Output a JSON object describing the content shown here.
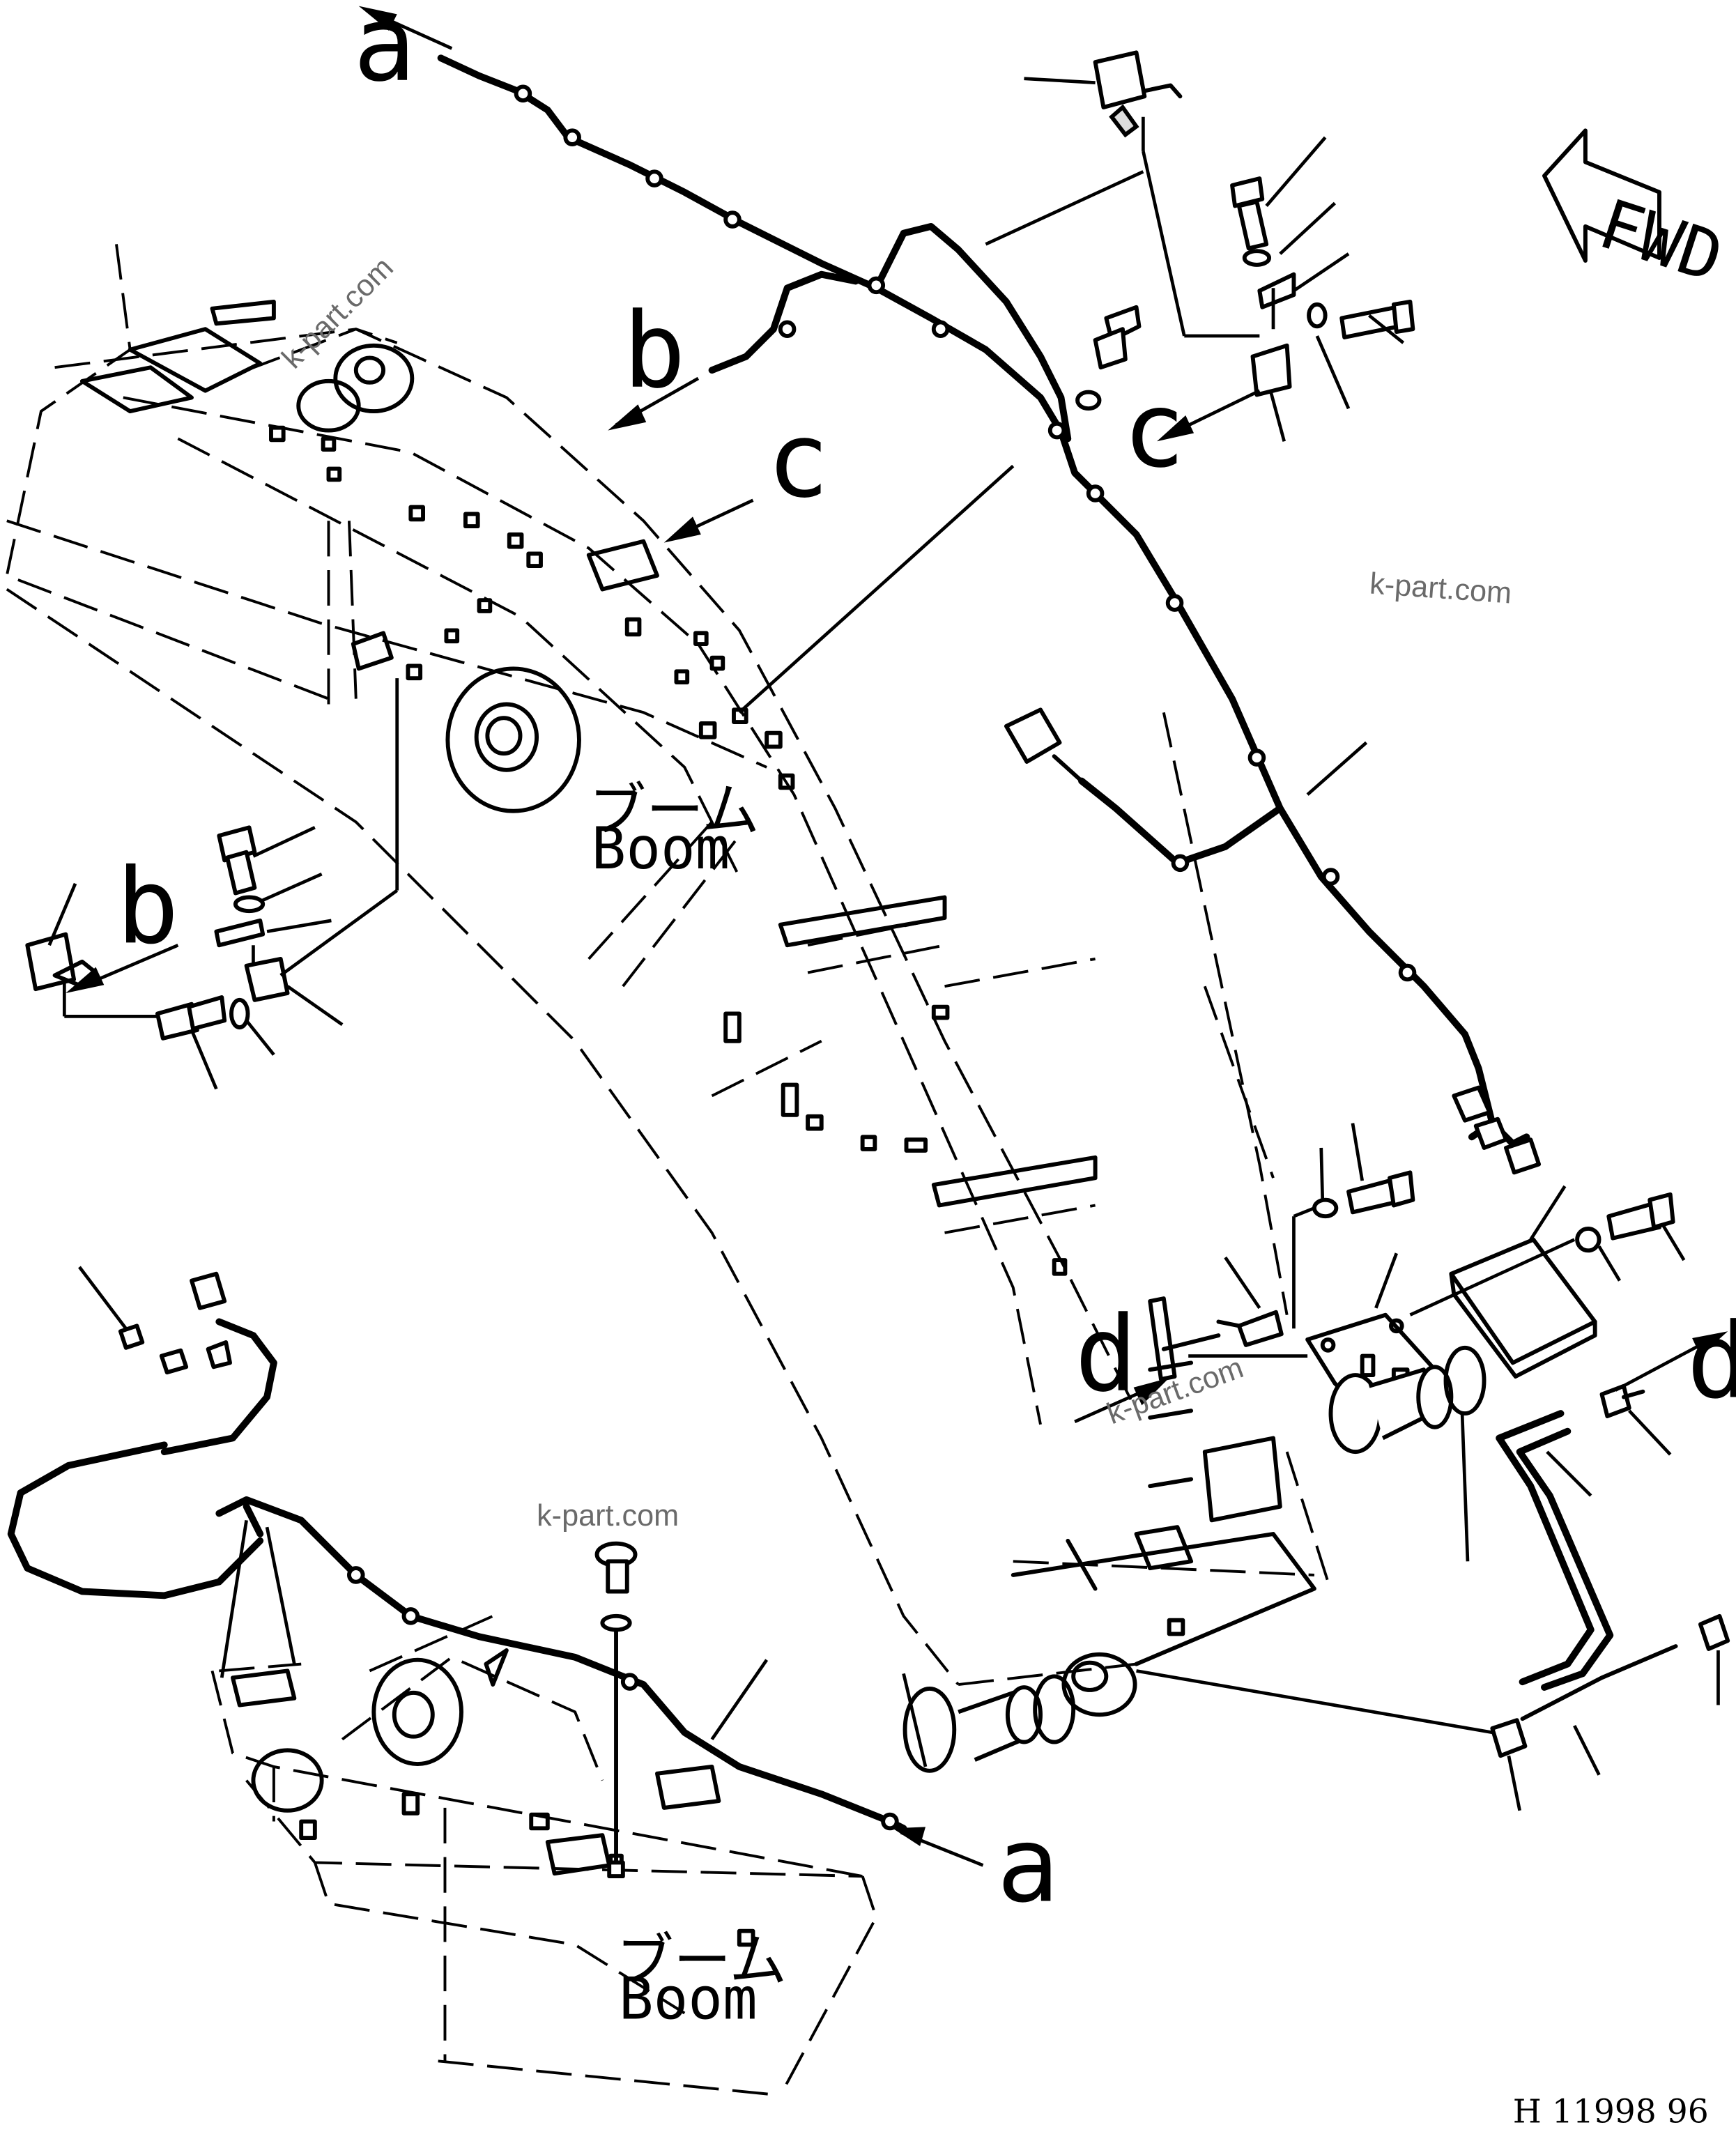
{
  "labels": {
    "a": "a",
    "b": "b",
    "c": "c",
    "d": "d"
  },
  "boom_label": {
    "jp": "ブーム",
    "en": "Boom"
  },
  "direction_arrow": "FWD",
  "watermark": "k-part.com",
  "drawing_code": "H 11998 96",
  "icons": {
    "fwd": "fwd-arrow-icon",
    "lamp": "work-lamp-icon",
    "bolt": "bolt-icon",
    "washer": "washer-icon",
    "bracket": "bracket-icon",
    "pressure_switch": "pressure-switch-icon",
    "o_ring": "o-ring-icon",
    "bushing": "bushing-icon"
  }
}
